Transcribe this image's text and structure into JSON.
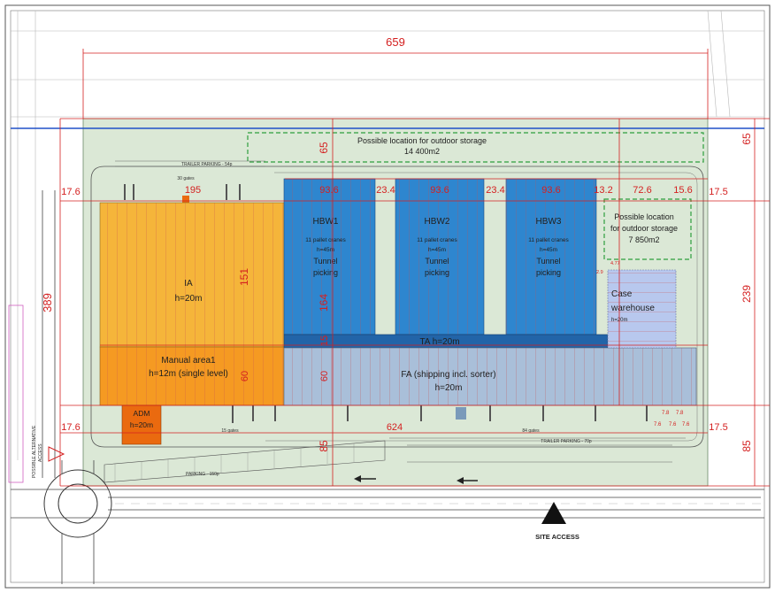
{
  "dimensions": {
    "total_width": "659",
    "total_depth": "389",
    "right_depth": "239",
    "top_margin_left": "65",
    "top_margin_right": "65",
    "bottom_margin_left": "85",
    "bottom_margin_right": "85",
    "side_left_top": "17.6",
    "side_left_bottom": "17.6",
    "side_right_top": "17.5",
    "side_right_bottom": "17.5",
    "ia_width": "195",
    "ia_depth": "151",
    "building_width": "624",
    "hbw_width_1": "93.6",
    "hbw_width_2": "93.6",
    "hbw_width_3": "93.6",
    "gap_1": "23.4",
    "gap_2": "23.4",
    "gap_3": "13.2",
    "storage_width": "72.6",
    "storage_margin": "15.6",
    "hbw_depth": "164",
    "ta_depth": "15",
    "fa_depth": "60",
    "manual_depth": "60",
    "small_1": "2.9",
    "small_2": "4.77",
    "small_3": "7.8",
    "small_4": "7.8",
    "small_5": "7.6",
    "small_6": "7.6",
    "small_7": "7.6"
  },
  "zones": {
    "outdoor_top": {
      "line1": "Possible location for outdoor storage",
      "line2": "14 400m2"
    },
    "outdoor_right": {
      "line1": "Possible location",
      "line2": "for outdoor storage",
      "line3": "7 850m2"
    },
    "ia": {
      "line1": "IA",
      "line2": "h=20m"
    },
    "manual": {
      "line1": "Manual area1",
      "line2": "h=12m (single level)"
    },
    "adm": {
      "line1": "ADM",
      "line2": "h=20m"
    },
    "hbw1": {
      "name": "HBW1",
      "cranes": "11 pallet cranes",
      "height": "h=45m",
      "tunnel": "Tunnel",
      "picking": "picking"
    },
    "hbw2": {
      "name": "HBW2",
      "cranes": "11 pallet cranes",
      "height": "h=45m",
      "tunnel": "Tunnel",
      "picking": "picking"
    },
    "hbw3": {
      "name": "HBW3",
      "cranes": "11 pallet cranes",
      "height": "h=45m",
      "tunnel": "Tunnel",
      "picking": "picking"
    },
    "ta": {
      "label": "TA h=20m"
    },
    "fa": {
      "line1": "FA (shipping incl. sorter)",
      "line2": "h=20m"
    },
    "case": {
      "line1": "Case",
      "line2": "warehouse",
      "line3": "h=20m"
    }
  },
  "labels": {
    "trailer_top": "TRAILER PARKING - 54p",
    "gates_top": "30 gates",
    "gates_bottom_left": "15 gates",
    "gates_bottom_right": "84 gates",
    "trailer_bottom": "TRAILER PARKING - 70p",
    "parking": "PARKING - 150p",
    "alt_access_1": "POSSIBLE ALTERNATIVE",
    "alt_access_2": "ACCESS",
    "site_access": "SITE ACCESS"
  },
  "colors": {
    "site": "#dbe8d6",
    "ia": "#f5b53a",
    "manual": "#f59a22",
    "adm": "#ea6a0f",
    "hbw": "#2e86cf",
    "ta": "#2264a8",
    "fa": "#a9bfd9",
    "case": "#b8c8ee",
    "dimension": "#d42020",
    "outdoor": "#2e9e3e",
    "road_blue": "#2050c8"
  }
}
